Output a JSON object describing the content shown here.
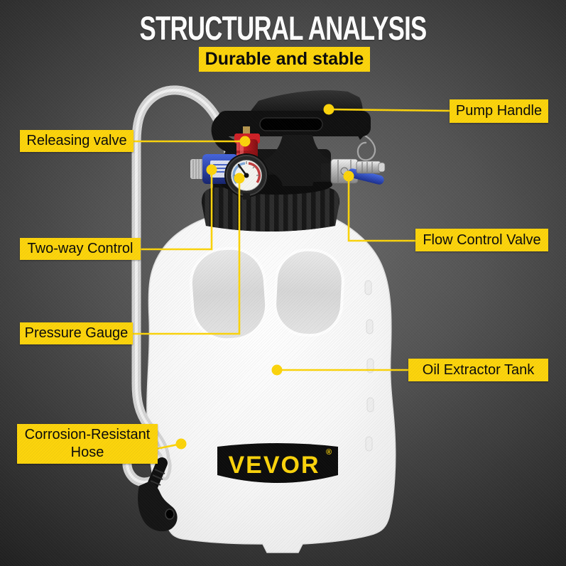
{
  "header": {
    "title": "STRUCTURAL ANALYSIS",
    "subtitle": "Durable and stable"
  },
  "product": {
    "brand": "VEVOR",
    "registered_mark": "®"
  },
  "callouts": [
    {
      "id": "pump-handle",
      "label": "Pump Handle",
      "side": "right"
    },
    {
      "id": "releasing-valve",
      "label": "Releasing valve",
      "side": "left"
    },
    {
      "id": "two-way-control",
      "label": "Two-way Control",
      "side": "left"
    },
    {
      "id": "flow-control-valve",
      "label": "Flow Control Valve",
      "side": "right"
    },
    {
      "id": "pressure-gauge",
      "label": "Pressure Gauge",
      "side": "left"
    },
    {
      "id": "oil-extractor-tank",
      "label": "Oil Extractor Tank",
      "side": "right"
    },
    {
      "id": "corrosion-resistant-hose",
      "label": "Corrosion-Resistant Hose",
      "side": "left"
    }
  ],
  "colors": {
    "accent_yellow": "#FCD40B",
    "label_text": "#0A0A0A",
    "title_white": "#FFFFFF",
    "background_dark": "#1D1D1D"
  }
}
